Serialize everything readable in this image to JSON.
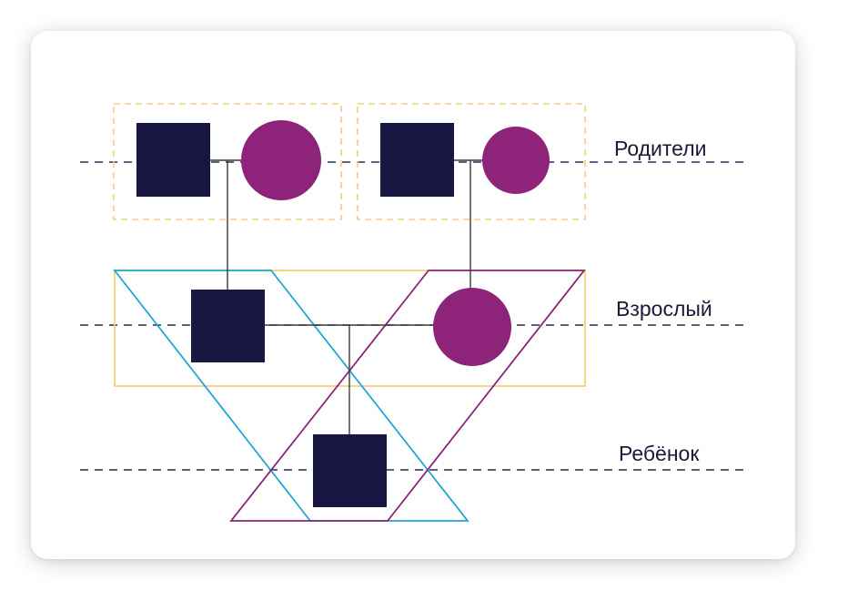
{
  "levels": {
    "parents": "Родители",
    "adult": "Взрослый",
    "child": "Ребёнок"
  },
  "colors": {
    "male": "#181643",
    "female": "#8e2479",
    "level_line": "#2a2a5a",
    "family_box": "#f7cf7a",
    "paternal_parallelogram": "#22a6d6",
    "maternal_parallelogram": "#8e2479",
    "connector": "#3a3a3a",
    "card_background": "#ffffff"
  },
  "icons": {
    "male_symbol": "square",
    "female_symbol": "circle"
  }
}
